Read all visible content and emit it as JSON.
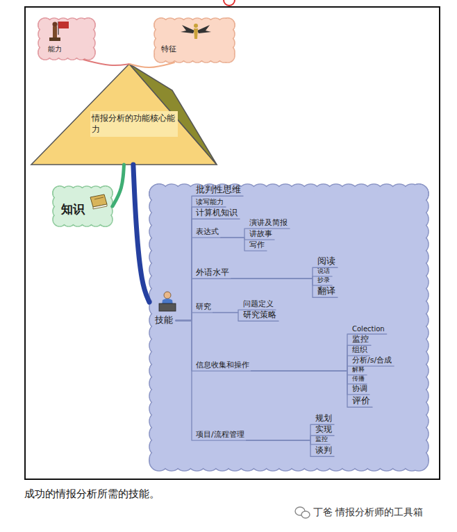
{
  "diagram": {
    "caption": "成功的情报分析所需的技能。",
    "nodes": [
      {
        "text": [
          "情报分析的功能核心能力"
        ]
      },
      {
        "text": [
          "能力"
        ]
      },
      {
        "text": [
          "特征"
        ]
      },
      {
        "text": [
          "知识"
        ]
      },
      {
        "text": [
          "技能"
        ]
      },
      {
        "text": [
          "批判性思维"
        ],
        "in": 4
      },
      {
        "text": [
          "读写能力"
        ],
        "in": 4
      },
      {
        "text": [
          "计算机知识"
        ],
        "in": 4
      },
      {
        "text": [
          "表达式"
        ],
        "in": 4
      },
      {
        "text": [
          "演讲及简报"
        ],
        "in": 4
      },
      {
        "text": [
          "讲故事"
        ],
        "in": 4
      },
      {
        "text": [
          "写作"
        ],
        "in": 4
      },
      {
        "text": [
          "外语水平"
        ],
        "in": 4
      },
      {
        "text": [
          "阅读"
        ],
        "in": 4
      },
      {
        "text": [
          "说话"
        ],
        "in": 4
      },
      {
        "text": [
          "抄录"
        ],
        "in": 4
      },
      {
        "text": [
          "翻译"
        ],
        "in": 4
      },
      {
        "text": [
          "研究"
        ],
        "in": 4
      },
      {
        "text": [
          "问题定义"
        ],
        "in": 4
      },
      {
        "text": [
          "研究策略"
        ],
        "in": 4
      },
      {
        "text": [
          "信息收集和操作"
        ],
        "in": 4
      },
      {
        "text": [
          "Colection"
        ],
        "in": 4
      },
      {
        "text": [
          "监控"
        ],
        "in": 4
      },
      {
        "text": [
          "组织"
        ],
        "in": 4
      },
      {
        "text": [
          "分析/s/合成"
        ],
        "in": 4
      },
      {
        "text": [
          "解释"
        ],
        "in": 4
      },
      {
        "text": [
          "传播"
        ],
        "in": 4
      },
      {
        "text": [
          "协调"
        ],
        "in": 4
      },
      {
        "text": [
          "评价"
        ],
        "in": 4
      },
      {
        "text": [
          "项目/流程管理"
        ],
        "in": 4
      },
      {
        "text": [
          "规划"
        ],
        "in": 4
      },
      {
        "text": [
          "实现"
        ],
        "in": 4
      },
      {
        "text": [
          "监控"
        ],
        "in": 4
      },
      {
        "text": [
          "谈判"
        ],
        "in": 4
      }
    ],
    "edges": [
      {
        "from": 0,
        "to": 1,
        "arrow": "none"
      },
      {
        "from": 0,
        "to": 2,
        "arrow": "none"
      },
      {
        "from": 0,
        "to": 3,
        "arrow": "none"
      },
      {
        "from": 0,
        "to": 4,
        "arrow": "none"
      },
      {
        "from": 4,
        "to": 5,
        "arrow": "none"
      },
      {
        "from": 4,
        "to": 6,
        "arrow": "none"
      },
      {
        "from": 4,
        "to": 7,
        "arrow": "none"
      },
      {
        "from": 4,
        "to": 8,
        "arrow": "none"
      },
      {
        "from": 8,
        "to": 9,
        "arrow": "none"
      },
      {
        "from": 8,
        "to": 10,
        "arrow": "none"
      },
      {
        "from": 8,
        "to": 11,
        "arrow": "none"
      },
      {
        "from": 4,
        "to": 12,
        "arrow": "none"
      },
      {
        "from": 12,
        "to": 13,
        "arrow": "none"
      },
      {
        "from": 12,
        "to": 14,
        "arrow": "none"
      },
      {
        "from": 12,
        "to": 15,
        "arrow": "none"
      },
      {
        "from": 12,
        "to": 16,
        "arrow": "none"
      },
      {
        "from": 4,
        "to": 17,
        "arrow": "none"
      },
      {
        "from": 17,
        "to": 18,
        "arrow": "none"
      },
      {
        "from": 17,
        "to": 19,
        "arrow": "none"
      },
      {
        "from": 4,
        "to": 20,
        "arrow": "none"
      },
      {
        "from": 20,
        "to": 21,
        "arrow": "none"
      },
      {
        "from": 20,
        "to": 22,
        "arrow": "none"
      },
      {
        "from": 20,
        "to": 23,
        "arrow": "none"
      },
      {
        "from": 20,
        "to": 24,
        "arrow": "none"
      },
      {
        "from": 20,
        "to": 25,
        "arrow": "none"
      },
      {
        "from": 20,
        "to": 26,
        "arrow": "none"
      },
      {
        "from": 20,
        "to": 27,
        "arrow": "none"
      },
      {
        "from": 20,
        "to": 28,
        "arrow": "none"
      },
      {
        "from": 4,
        "to": 29,
        "arrow": "none"
      },
      {
        "from": 29,
        "to": 30,
        "arrow": "none"
      },
      {
        "from": 29,
        "to": 31,
        "arrow": "none"
      },
      {
        "from": 29,
        "to": 32,
        "arrow": "none"
      },
      {
        "from": 29,
        "to": 33,
        "arrow": "none"
      }
    ],
    "labels": [
      "丁爸 情报分析师的工具箱"
    ]
  }
}
